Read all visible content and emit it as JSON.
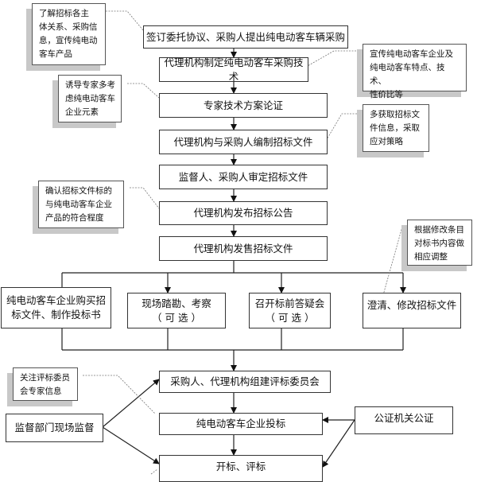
{
  "diagram": {
    "type": "flowchart",
    "main_steps": [
      {
        "label": "签订委托协议、采购人提出纯电动客车辆采购"
      },
      {
        "label": "代理机构制定纯电动客车采购技术"
      },
      {
        "label": "专家技术方案论证"
      },
      {
        "label": "代理机构与采购人编制招标文件"
      },
      {
        "label": "监督人、采购人审定招标文件"
      },
      {
        "label": "代理机构发布招标公告"
      },
      {
        "label": "代理机构发售招标文件"
      }
    ],
    "branch_steps": [
      {
        "lines": [
          "纯电动客车企业购买招",
          "标文件、制作投标书"
        ]
      },
      {
        "lines": [
          "现场踏勘、考察",
          "（  可    选  ）"
        ]
      },
      {
        "lines": [
          "召开标前答疑会",
          "（  可    选  ）"
        ]
      },
      {
        "lines": [
          "澄清、修改招标文件"
        ]
      }
    ],
    "final_steps": [
      {
        "label": "采购人、代理机构组建评标委员会"
      },
      {
        "label": "纯电动客车企业投标"
      },
      {
        "label": "开标、评标"
      }
    ],
    "side_boxes": {
      "supervision": "监督部门现场监督",
      "notary": "公证机关公证"
    },
    "notes": [
      {
        "lines": [
          "了解招标各主",
          "体关系、采购信",
          "息，宣传纯电动",
          "客车产品"
        ]
      },
      {
        "lines": [
          "宣传纯电动客车企业及",
          "纯电动客车特点、技术、",
          "性价比等"
        ]
      },
      {
        "lines": [
          "诱导专家多考",
          "虑纯电动客车",
          "企业元素"
        ]
      },
      {
        "lines": [
          "多获取招标文",
          "件信息，采取",
          "应对策略"
        ]
      },
      {
        "lines": [
          "确认招标文件标的",
          "与纯电动客车企业",
          "产品的符合程度"
        ]
      },
      {
        "lines": [
          "根据修改条目",
          "对标书内容做",
          "相应调整"
        ]
      },
      {
        "lines": [
          "关注评标委员",
          "会专家信息"
        ]
      }
    ]
  }
}
